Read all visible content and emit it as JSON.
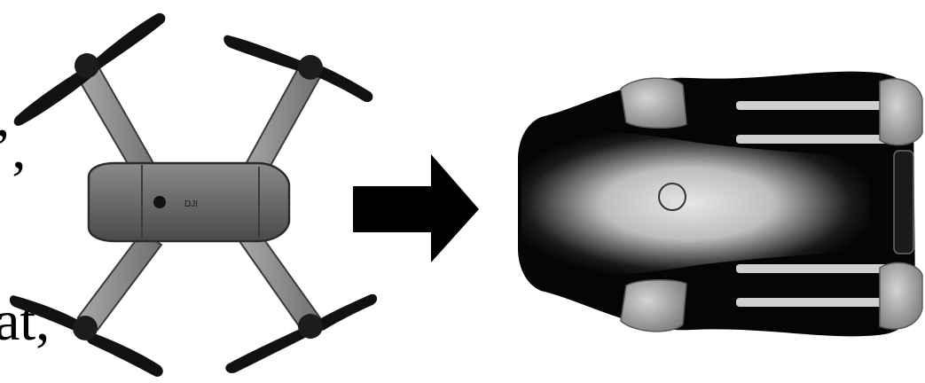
{
  "text_fragments": {
    "top_clipped": "’,",
    "bottom_clipped": "at,"
  },
  "drone_unfolded": {
    "body_markings": "DJI",
    "colors": {
      "arm": "#8d8d8d",
      "body": "#6e6e6e",
      "propeller": "#111111",
      "motor": "#1c1c1c"
    }
  },
  "arrow": {
    "direction": "right",
    "color": "#000000"
  },
  "drone_folded": {
    "colors": {
      "body_dark": "#0a0a0a",
      "body_highlight": "#d6d6d6",
      "motor_gray": "#b0b0b0"
    }
  }
}
